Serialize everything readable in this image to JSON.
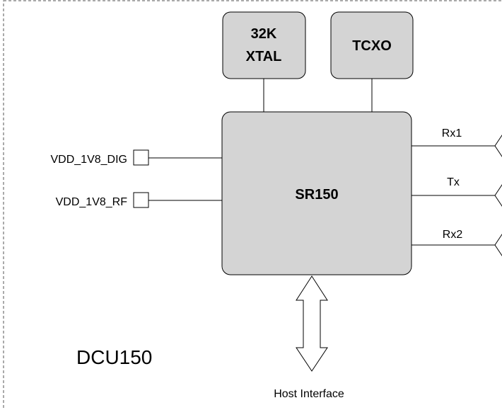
{
  "diagram": {
    "module_label": "DCU150",
    "chip": {
      "label": "SR150"
    },
    "xtal": {
      "line1": "32K",
      "line2": "XTAL"
    },
    "tcxo": {
      "label": "TCXO"
    },
    "power_pins": [
      {
        "label": "VDD_1V8_DIG"
      },
      {
        "label": "VDD_1V8_RF"
      }
    ],
    "rf_ports": [
      {
        "label": "Rx1"
      },
      {
        "label": "Tx"
      },
      {
        "label": "Rx2"
      }
    ],
    "host_interface": {
      "label": "Host Interface"
    }
  },
  "colors": {
    "block_fill": "#d4d4d4",
    "stroke": "#000000",
    "border_dashed": "#555555"
  }
}
